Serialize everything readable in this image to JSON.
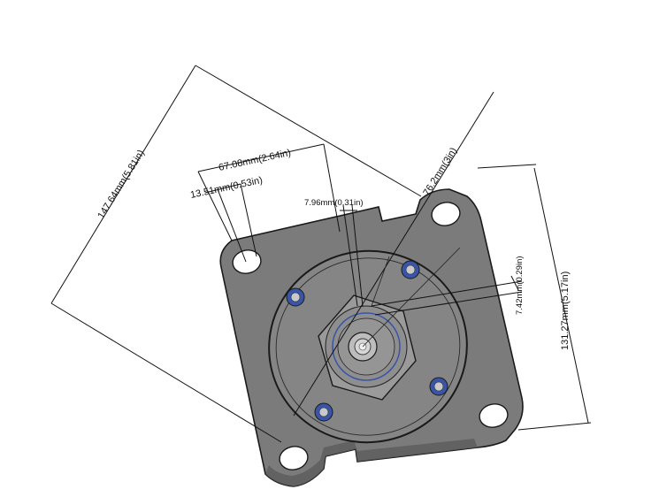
{
  "dimensions": {
    "diagonal_length": "147.64mm(5.81in)",
    "top_width": "67.08mm(2.64in)",
    "hole_offset": "13.51mm(0.53in)",
    "small_offset": "7.96mm(0.31in)",
    "radius": "76.2mm(3in)",
    "side_small": "7.42mm(0.29in)",
    "side_height": "131.27mm(5.17in)"
  },
  "colors": {
    "body": "#7b7b7b",
    "body_dark": "#5c5c5c",
    "outline": "#1a1a1a",
    "bolt_blue": "#3a55a8",
    "background": "#ffffff"
  }
}
